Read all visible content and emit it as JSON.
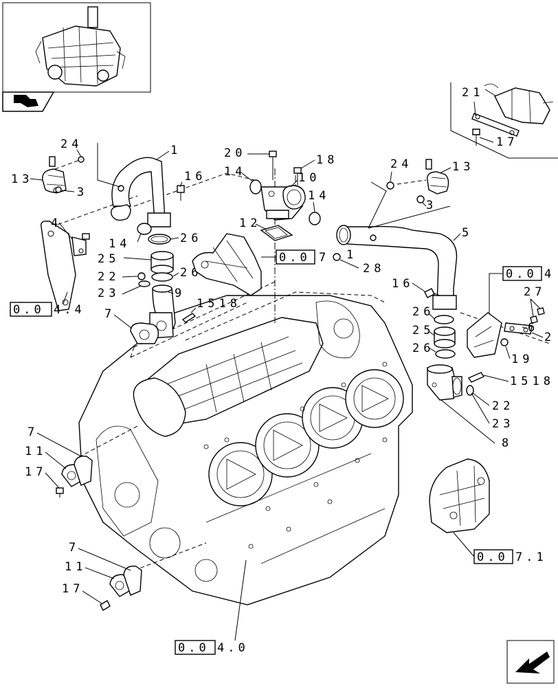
{
  "callouts": {
    "c1": "1",
    "c1b": "1",
    "c3": "3",
    "c3b": "3",
    "c4": "4",
    "c5": "5",
    "c6": "6",
    "c7a": "7",
    "c7b": "7",
    "c7c": "7",
    "c8": "8",
    "c9": "9",
    "c10": "10",
    "c11a": "11",
    "c11b": "11",
    "c12": "12",
    "c13a": "13",
    "c13b": "13",
    "c14a": "14",
    "c14b": "14",
    "c14c": "14",
    "c16a": "16",
    "c16b": "16",
    "c17a": "17",
    "c17b": "17",
    "c17c": "17",
    "c18": "18",
    "c19": "19",
    "c20": "20",
    "c21": "21",
    "c22a": "22",
    "c22b": "22",
    "c23a": "23",
    "c23b": "23",
    "c24a": "24",
    "c24b": "24",
    "c25a": "25",
    "c25b": "25",
    "c26a": "26",
    "c26b": "26",
    "c26c": "26",
    "c26d": "26",
    "c27": "27",
    "c28": "28",
    "c1518a": "1518",
    "c1518b": "1518",
    "c2": "2"
  },
  "refs": {
    "r1_box": "0.0",
    "r1_tail": "7",
    "r2_box": "0.0",
    "r2_tail": "4",
    "r3_box": "0.0",
    "r3_tail": "4.4",
    "r4_box": "0.0",
    "r4_tail": "7.1",
    "r5_box": "0.0",
    "r5_tail": "4.0"
  },
  "icons": {
    "thumbnail": "engine-thumbnail-icon",
    "bookmark": "bookmark-arrow-icon",
    "nav": "previous-page-arrow-icon"
  }
}
